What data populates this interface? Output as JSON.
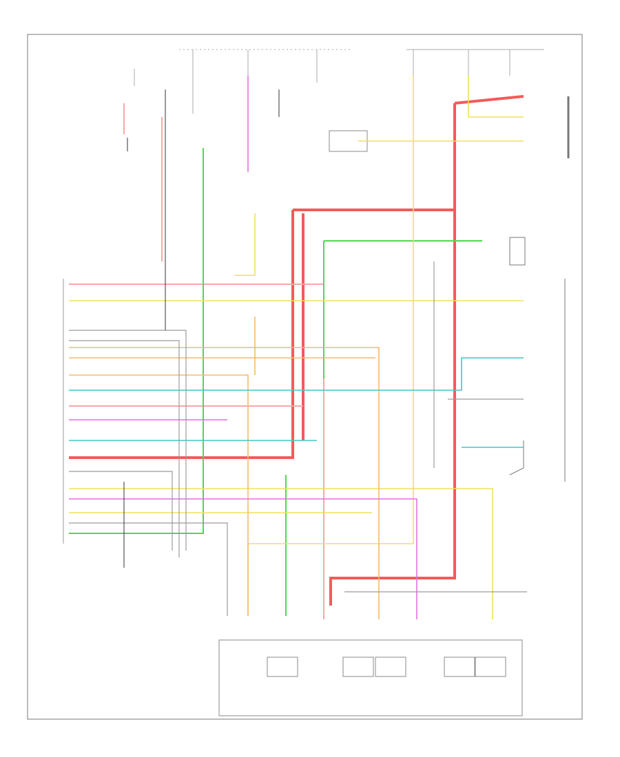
{
  "diagram": {
    "title": "",
    "footer_code": "",
    "components": [
      {
        "id": "pcm",
        "label": "",
        "kind": "module"
      },
      {
        "id": "transmission",
        "label": "",
        "kind": "connector-block"
      },
      {
        "id": "fuse_panel",
        "label": "",
        "kind": "panel"
      },
      {
        "id": "brake_switch",
        "label": "",
        "kind": "switch"
      },
      {
        "id": "trans_range_switch",
        "label": "",
        "kind": "switch"
      },
      {
        "id": "vss",
        "label": "",
        "kind": "sensor"
      }
    ],
    "pcm_pins": [
      {
        "pin": "",
        "wire": ""
      }
    ],
    "wire_colors": {
      "red": "#f45a5a",
      "pink": "#f7a6a6",
      "green": "#4fd84f",
      "yellow": "#f2e05a",
      "orange": "#f7b96a",
      "magenta": "#e26fe2",
      "teal": "#3fc7c4",
      "gray": "#9b9b9b",
      "black": "#333333"
    }
  }
}
